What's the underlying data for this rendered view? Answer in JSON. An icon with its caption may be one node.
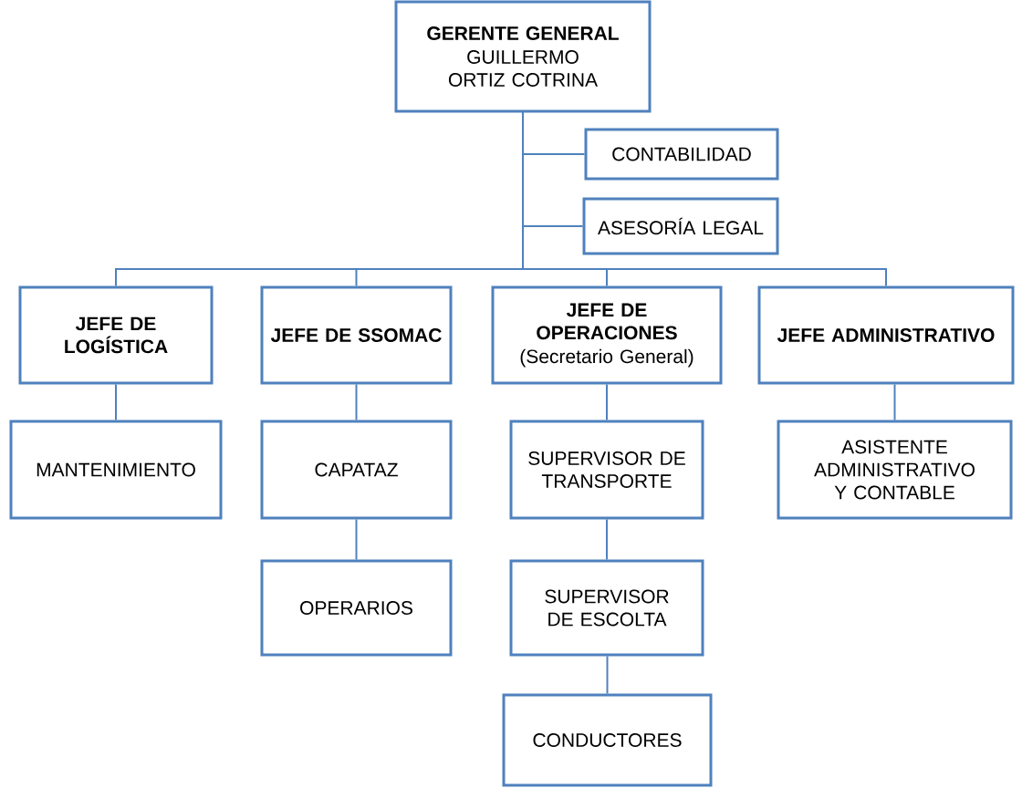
{
  "diagram": {
    "nodes": [
      {
        "text": [
          "GERENTE GENERAL",
          "GUILLERMO ORTIZ COTRINA"
        ]
      },
      {
        "text": [
          "CONTABILIDAD"
        ]
      },
      {
        "text": [
          "ASESORÍA LEGAL"
        ]
      },
      {
        "text": [
          "JEFE DE LOGÍSTICA"
        ]
      },
      {
        "text": [
          "JEFE DE SSOMAC"
        ]
      },
      {
        "text": [
          "JEFE DE OPERACIONES",
          "(Secretario General)"
        ]
      },
      {
        "text": [
          "JEFE ADMINISTRATIVO"
        ]
      },
      {
        "text": [
          "MANTENIMIENTO"
        ]
      },
      {
        "text": [
          "CAPATAZ"
        ]
      },
      {
        "text": [
          "SUPERVISOR DE TRANSPORTE"
        ]
      },
      {
        "text": [
          "ASISTENTE ADMINISTRATIVO Y CONTABLE"
        ]
      },
      {
        "text": [
          "OPERARIOS"
        ]
      },
      {
        "text": [
          "SUPERVISOR DE ESCOLTA"
        ]
      },
      {
        "text": [
          "CONDUCTORES"
        ]
      }
    ],
    "edges": [
      {
        "from": 0,
        "to": 1,
        "arrow": "none"
      },
      {
        "from": 0,
        "to": 2,
        "arrow": "none"
      },
      {
        "from": 0,
        "to": 3,
        "arrow": "none"
      },
      {
        "from": 0,
        "to": 4,
        "arrow": "none"
      },
      {
        "from": 0,
        "to": 5,
        "arrow": "none"
      },
      {
        "from": 0,
        "to": 6,
        "arrow": "none"
      },
      {
        "from": 3,
        "to": 7,
        "arrow": "none"
      },
      {
        "from": 4,
        "to": 8,
        "arrow": "none"
      },
      {
        "from": 5,
        "to": 9,
        "arrow": "none"
      },
      {
        "from": 6,
        "to": 10,
        "arrow": "none"
      },
      {
        "from": 8,
        "to": 11,
        "arrow": "none"
      },
      {
        "from": 9,
        "to": 12,
        "arrow": "none"
      },
      {
        "from": 12,
        "to": 13,
        "arrow": "none"
      }
    ]
  }
}
